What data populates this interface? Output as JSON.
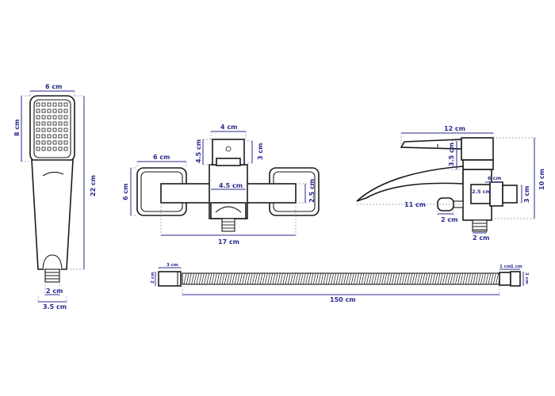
{
  "handshower": {
    "width_top": "6 cm",
    "head_height": "8 cm",
    "total_length": "22 cm",
    "outlet_diameter": "2 cm",
    "base_width": "3.5 cm"
  },
  "wall_mixer": {
    "valve_width": "4 cm",
    "valve_height": "4.5 cm",
    "valve_depth": "3 cm",
    "flange_width": "6 cm",
    "flange_height": "6 cm",
    "body_width": "4.5 cm",
    "body_height": "2.5 cm",
    "total_width": "17 cm"
  },
  "bath_spout": {
    "top_length": "12 cm",
    "lever_height": "3.5 cm",
    "spout_length": "11 cm",
    "diverter_diameter": "2 cm",
    "connector_width": "2.5 cm",
    "nut_width": "6 cm",
    "nut_height": "3 cm",
    "total_height": "10 cm",
    "outlet_diameter": "2 cm"
  },
  "hose": {
    "left_diameter": "2 cm",
    "left_nut_length": "3 cm",
    "right_nut_length_a": "1 cm",
    "right_nut_length_b": "1 cm",
    "right_diameter": "2 cm",
    "total_length": "150 cm"
  }
}
